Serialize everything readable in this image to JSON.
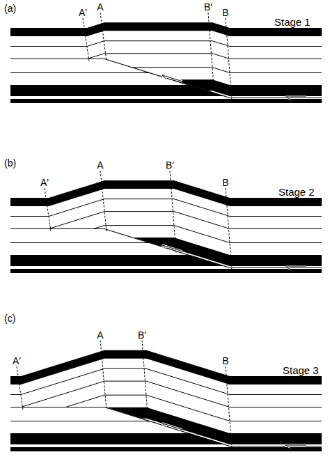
{
  "diagram": {
    "labels": [
      "(a)",
      "A′",
      "A",
      "B′",
      "B",
      "Stage 1",
      "(b)",
      "A′",
      "A",
      "B′",
      "B",
      "Stage 2",
      "(c)",
      "A′",
      "A",
      "B′",
      "B",
      "Stage 3"
    ]
  }
}
